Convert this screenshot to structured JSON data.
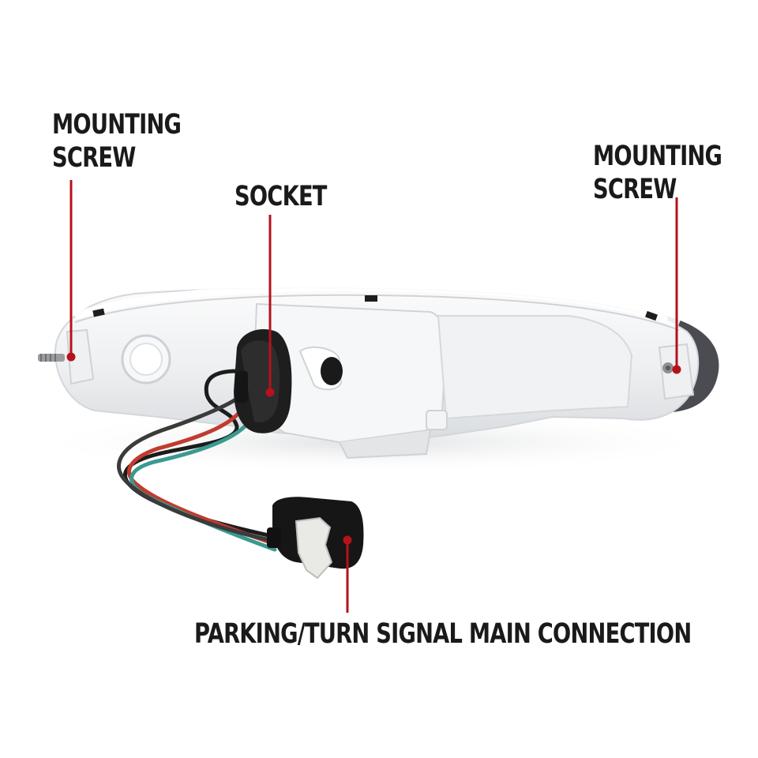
{
  "callouts": {
    "mounting_screw_left": {
      "line1": "MOUNTING",
      "line2": "SCREW"
    },
    "socket": {
      "text": "SOCKET"
    },
    "mounting_screw_right": {
      "line1": "MOUNTING",
      "line2": "SCREW"
    },
    "main_connection": {
      "text": "PARKING/TURN SIGNAL MAIN CONNECTION"
    }
  },
  "colors": {
    "callout_line": "#b5121b",
    "label_text": "#1a1a1a",
    "housing": "#f2f3f4",
    "wire_red": "#c23b2e",
    "wire_teal": "#3a9a8f",
    "wire_black": "#1c1c1c",
    "connector": "#161616",
    "connector_clip": "#e9e9e6"
  }
}
